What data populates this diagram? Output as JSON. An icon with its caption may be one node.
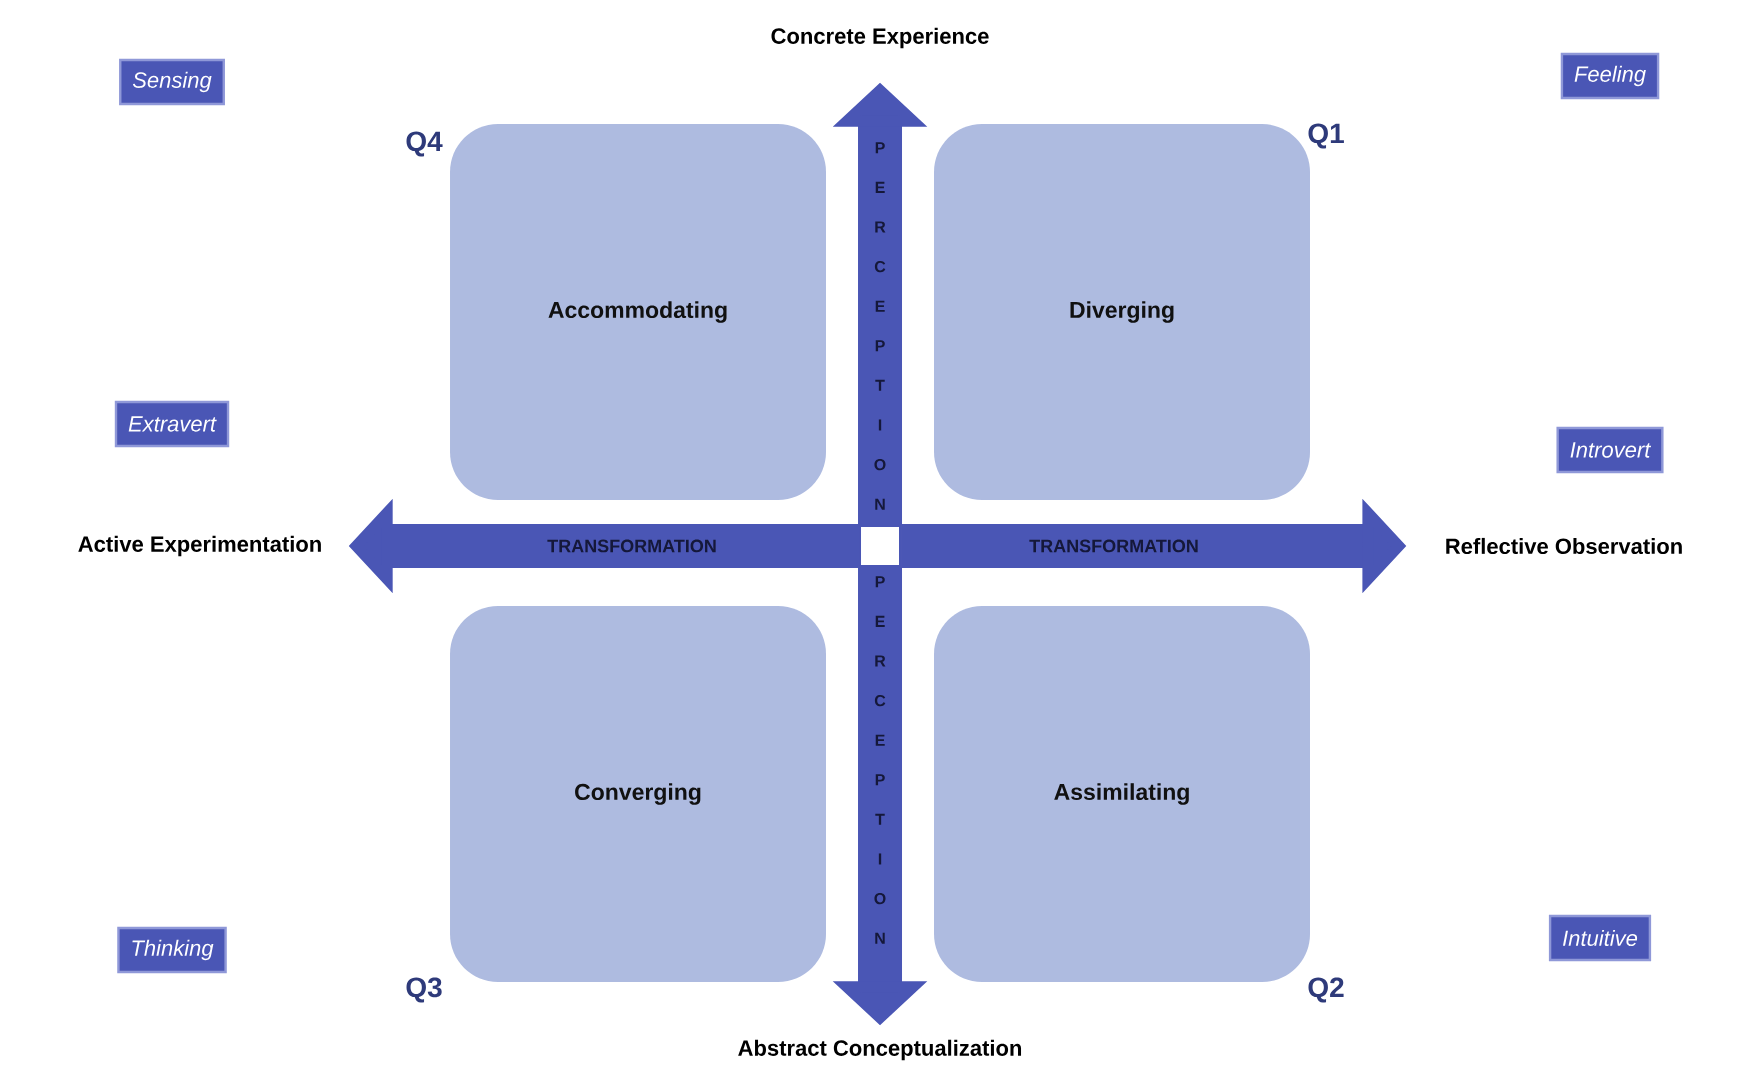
{
  "diagram": {
    "nodes": [
      {
        "text": [
          "Accommodating"
        ],
        "beside": [
          "Q4"
        ]
      },
      {
        "text": [
          "Diverging"
        ],
        "beside": [
          "Q1"
        ]
      },
      {
        "text": [
          "Converging"
        ],
        "beside": [
          "Q3"
        ]
      },
      {
        "text": [
          "Assimilating"
        ],
        "beside": [
          "Q2"
        ]
      },
      {
        "text": [
          "Sensing"
        ]
      },
      {
        "text": [
          "Feeling"
        ]
      },
      {
        "text": [
          "Extravert"
        ]
      },
      {
        "text": [
          "Introvert"
        ]
      },
      {
        "text": [
          "Thinking"
        ]
      },
      {
        "text": [
          "Intuitive"
        ]
      },
      {
        "text": [
          "Concrete Experience"
        ]
      },
      {
        "text": [
          "Active Experimentation"
        ]
      },
      {
        "text": [
          "Reflective Observation"
        ]
      },
      {
        "text": [
          "Abstract Conceptualization"
        ]
      },
      {
        "text": [],
        "shape": "box"
      }
    ],
    "edges": [
      {
        "from": 14,
        "to": 10,
        "arrow": "to",
        "label": "PERCEPTION"
      },
      {
        "from": 14,
        "to": 13,
        "arrow": "to",
        "label": "PERCEPTION"
      },
      {
        "from": 14,
        "to": 11,
        "arrow": "to",
        "label": "TRANSFORMATION"
      },
      {
        "from": 14,
        "to": 12,
        "arrow": "to",
        "label": "TRANSFORMATION"
      }
    ]
  }
}
